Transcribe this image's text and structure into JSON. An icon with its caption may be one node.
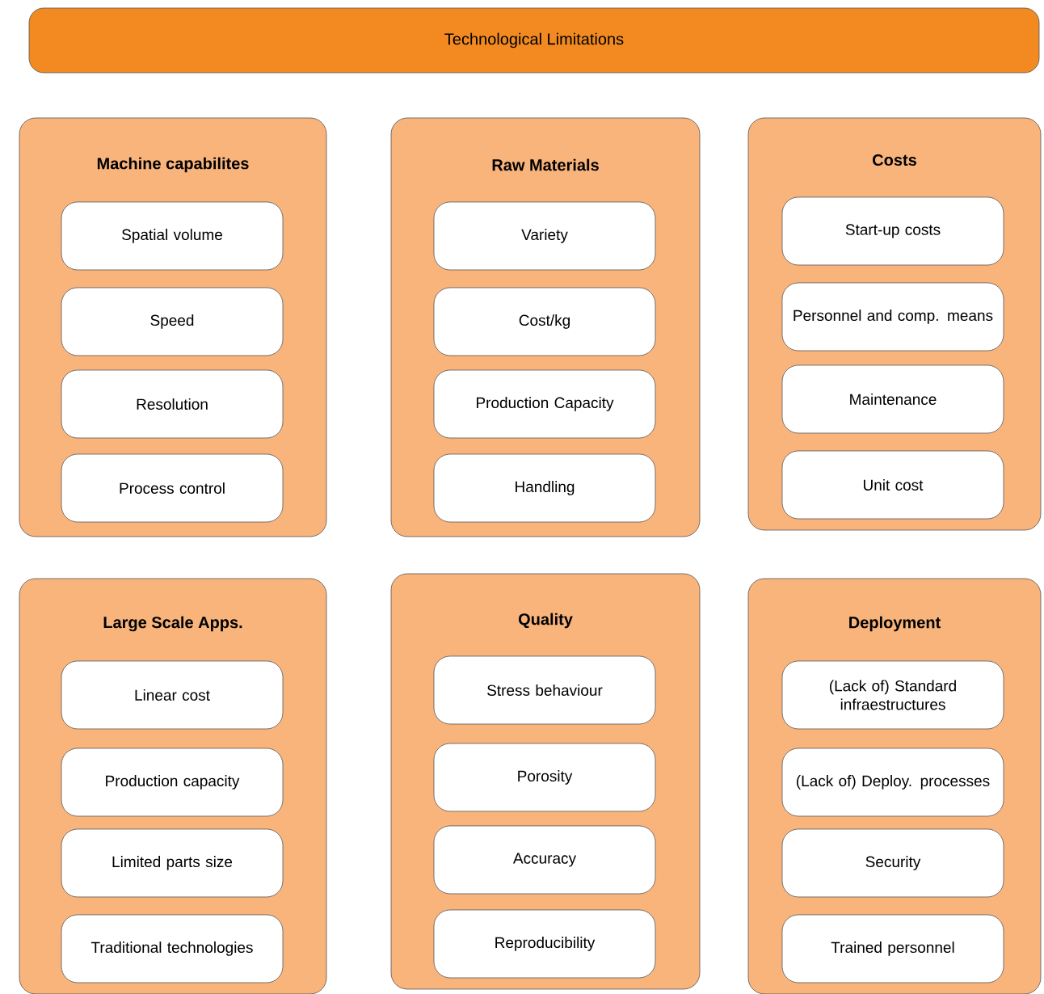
{
  "diagram": {
    "nodes": [
      {
        "text": [
          "Technological Limitations"
        ]
      },
      {
        "text": [
          "Machine capabilites"
        ]
      },
      {
        "text": [
          "Spatial volume"
        ],
        "in": 1
      },
      {
        "text": [
          "Speed"
        ],
        "in": 1
      },
      {
        "text": [
          "Resolution"
        ],
        "in": 1
      },
      {
        "text": [
          "Process control"
        ],
        "in": 1
      },
      {
        "text": [
          "Raw Materials"
        ]
      },
      {
        "text": [
          "Variety"
        ],
        "in": 6
      },
      {
        "text": [
          "Cost/kg"
        ],
        "in": 6
      },
      {
        "text": [
          "Production Capacity"
        ],
        "in": 6
      },
      {
        "text": [
          "Handling"
        ],
        "in": 6
      },
      {
        "text": [
          "Costs"
        ]
      },
      {
        "text": [
          "Start-up costs"
        ],
        "in": 11
      },
      {
        "text": [
          "Personnel and comp. means"
        ],
        "in": 11
      },
      {
        "text": [
          "Maintenance"
        ],
        "in": 11
      },
      {
        "text": [
          "Unit cost"
        ],
        "in": 11
      },
      {
        "text": [
          "Large Scale Apps."
        ]
      },
      {
        "text": [
          "Linear cost"
        ],
        "in": 16
      },
      {
        "text": [
          "Production capacity"
        ],
        "in": 16
      },
      {
        "text": [
          "Limited parts size"
        ],
        "in": 16
      },
      {
        "text": [
          "Traditional technologies"
        ],
        "in": 16
      },
      {
        "text": [
          "Quality"
        ]
      },
      {
        "text": [
          "Stress behaviour"
        ],
        "in": 21
      },
      {
        "text": [
          "Porosity"
        ],
        "in": 21
      },
      {
        "text": [
          "Accuracy"
        ],
        "in": 21
      },
      {
        "text": [
          "Reproducibility"
        ],
        "in": 21
      },
      {
        "text": [
          "Deployment"
        ]
      },
      {
        "text": [
          "(Lack of) Standard infraestructures"
        ],
        "in": 26
      },
      {
        "text": [
          "(Lack of) Deploy. processes"
        ],
        "in": 26
      },
      {
        "text": [
          "Security"
        ],
        "in": 26
      },
      {
        "text": [
          "Trained personnel"
        ],
        "in": 26
      }
    ]
  }
}
